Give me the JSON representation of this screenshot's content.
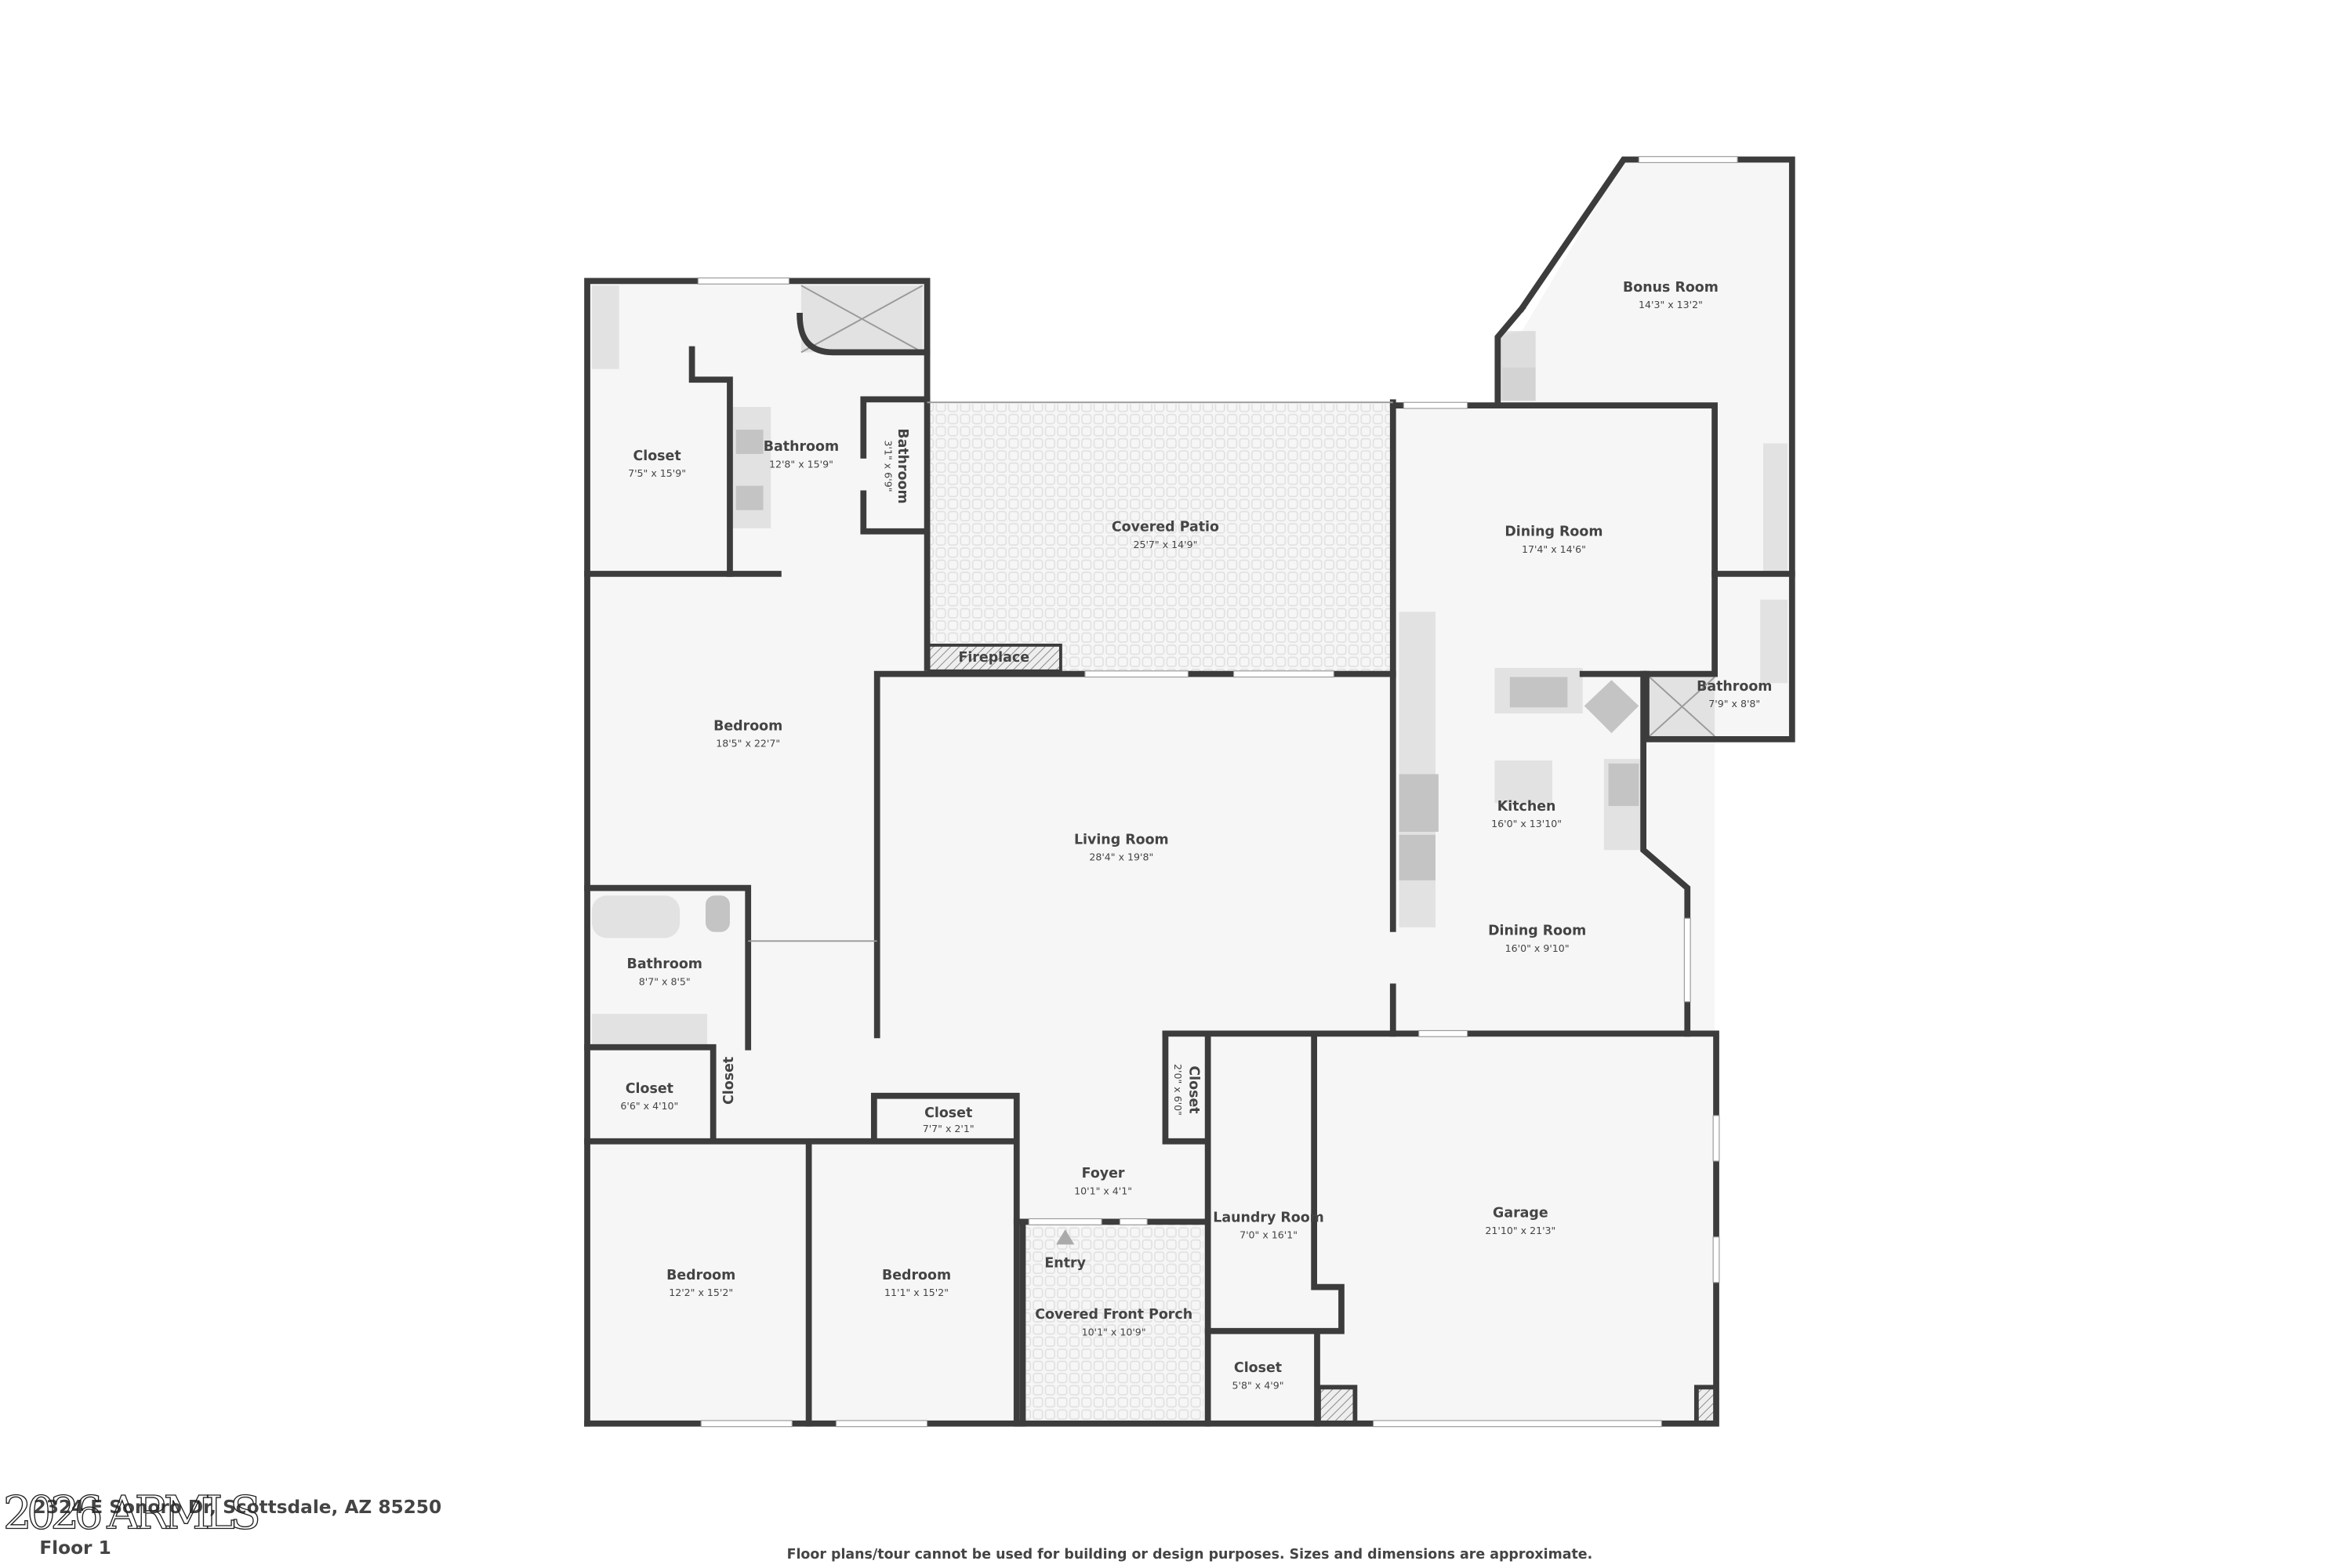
{
  "rooms": [
    {
      "name": "Bonus Room",
      "dim": "14'3\" x 13'2\""
    },
    {
      "name": "Closet",
      "dim": "7'5\" x 15'9\""
    },
    {
      "name": "Bathroom",
      "dim": "12'8\" x 15'9\""
    },
    {
      "name": "Bathroom",
      "dim": "3'1\" x 6'9\""
    },
    {
      "name": "Covered Patio",
      "dim": "25'7\" x 14'9\""
    },
    {
      "name": "Dining Room",
      "dim": "17'4\" x 14'6\""
    },
    {
      "name": "Bathroom",
      "dim": "7'9\" x 8'8\""
    },
    {
      "name": "Fireplace",
      "dim": ""
    },
    {
      "name": "Bedroom",
      "dim": "18'5\" x 22'7\""
    },
    {
      "name": "Kitchen",
      "dim": "16'0\" x 13'10\""
    },
    {
      "name": "Living Room",
      "dim": "28'4\" x 19'8\""
    },
    {
      "name": "Dining Room",
      "dim": "16'0\" x 9'10\""
    },
    {
      "name": "Bathroom",
      "dim": "8'7\" x 8'5\""
    },
    {
      "name": "Closet",
      "dim": "6'6\" x 4'10\""
    },
    {
      "name": "Closet",
      "dim": ""
    },
    {
      "name": "Closet",
      "dim": "7'7\" x 2'1\""
    },
    {
      "name": "Closet",
      "dim": "2'0\" x 6'0\""
    },
    {
      "name": "Foyer",
      "dim": "10'1\" x 4'1\""
    },
    {
      "name": "Laundry Room",
      "dim": "7'0\" x 16'1\""
    },
    {
      "name": "Garage",
      "dim": "21'10\" x 21'3\""
    },
    {
      "name": "Entry",
      "dim": ""
    },
    {
      "name": "Covered Front Porch",
      "dim": "10'1\" x 10'9\""
    },
    {
      "name": "Bedroom",
      "dim": "12'2\" x 15'2\""
    },
    {
      "name": "Bedroom",
      "dim": "11'1\" x 15'2\""
    },
    {
      "name": "Closet",
      "dim": "5'8\" x 4'9\""
    }
  ],
  "footer": {
    "address": "2324 E Sonoro Dr, Scottsdale, AZ 85250",
    "floor": "Floor 1",
    "disclaimer": "Floor plans/tour cannot be used for building or design purposes. Sizes and dimensions are approximate.",
    "watermark": "2026 ARMLS"
  },
  "colors": {
    "wall": "#3c3c3c",
    "floor": "#f6f6f6",
    "text": "#444444"
  }
}
